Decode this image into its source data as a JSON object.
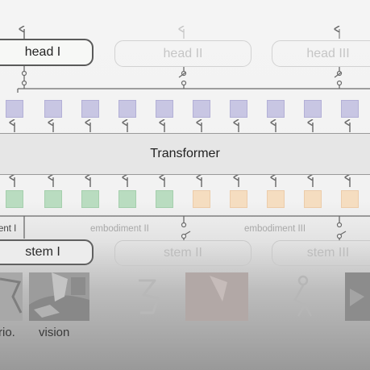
{
  "heads": [
    {
      "label": "head I",
      "active": true
    },
    {
      "label": "head II",
      "active": false
    },
    {
      "label": "head III",
      "active": false
    }
  ],
  "transformer": {
    "label": "Transformer"
  },
  "embodiments": [
    {
      "label": "ent I",
      "active": true
    },
    {
      "label": "embodiment II",
      "active": false
    },
    {
      "label": "embodiment III",
      "active": false
    }
  ],
  "stems": [
    {
      "label": "stem I",
      "active": true
    },
    {
      "label": "stem II",
      "active": false
    },
    {
      "label": "stem III",
      "active": false
    }
  ],
  "captions": {
    "proprio": "rio.",
    "vision": "vision"
  },
  "colors": {
    "output_token": "#c8c6e3",
    "input_token_a": "#b9dcc0",
    "input_token_b": "#f5ddc0"
  }
}
